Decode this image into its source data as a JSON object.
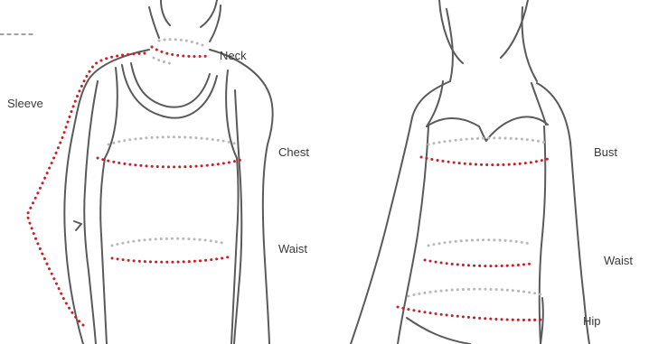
{
  "labels": {
    "neck": "Neck",
    "sleeve": "Sleeve",
    "chest": "Chest",
    "waist_male": "Waist",
    "bust": "Bust",
    "waist_female": "Waist",
    "hip": "Hip"
  },
  "colors": {
    "outline": "#5a5a5a",
    "front_measure": "#c8202a",
    "back_measure": "#b9b9b9",
    "text": "#3a3a3a"
  }
}
